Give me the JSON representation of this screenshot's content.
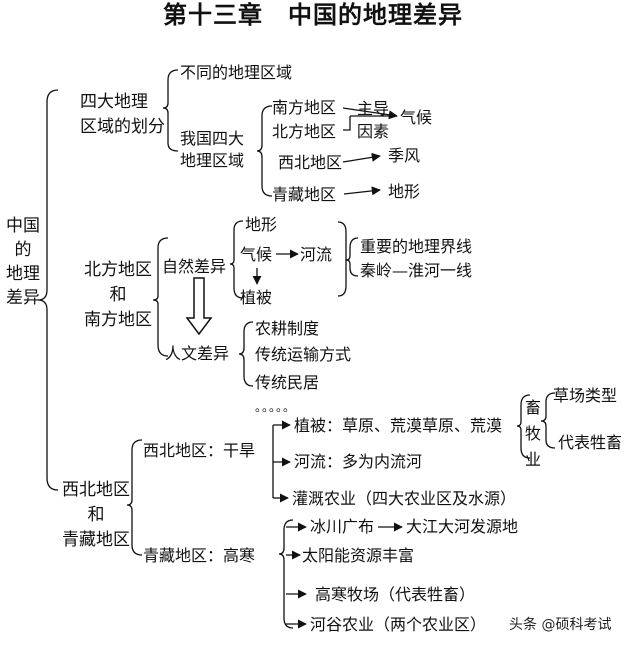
{
  "title": "第十三章　中国的地理差异",
  "root": [
    "中国",
    "的",
    "地理",
    "差异"
  ],
  "four_regions": {
    "head": [
      "四大地理",
      "区域的划分"
    ],
    "different_regions": "不同的地理区域",
    "our_four": [
      "我国四大",
      "地理区域"
    ],
    "regions": [
      "南方地区",
      "北方地区",
      "西北地区",
      "青藏地区"
    ],
    "dominant": "主导",
    "factor": "因素",
    "factors": [
      "气候",
      "季风",
      "地形"
    ]
  },
  "north_south": {
    "head": [
      "北方地区",
      "和",
      "南方地区"
    ],
    "natural": "自然差异",
    "terrain": "地形",
    "climate": "气候",
    "river": "河流",
    "vegetation": "植被",
    "boundary": "重要的地理界线",
    "qinling": "秦岭—淮河一线",
    "human": "人文差异",
    "human_items": [
      "农耕制度",
      "传统运输方式",
      "传统民居"
    ]
  },
  "northwest_tibet": {
    "head": [
      "西北地区",
      "和",
      "青藏地区"
    ],
    "nw": "西北地区：干旱",
    "dots": "。。。。。",
    "nw_veg": "植被：草原、荒漠草原、荒漠",
    "livestock": [
      "畜",
      "牧",
      "业"
    ],
    "pasture_type": "草场类型",
    "rep_livestock": "代表牲畜",
    "nw_river": "河流：多为内流河",
    "irrigation": "灌溉农业（四大农业区及水源）",
    "tibet": "青藏地区：高寒",
    "glacier": "冰川广布",
    "rivers_source": "大江大河发源地",
    "solar": "太阳能资源丰富",
    "pasture": "高寒牧场（代表牲畜）",
    "valley": "河谷农业（两个农业区）"
  },
  "watermark": "头条 @硕科考试"
}
